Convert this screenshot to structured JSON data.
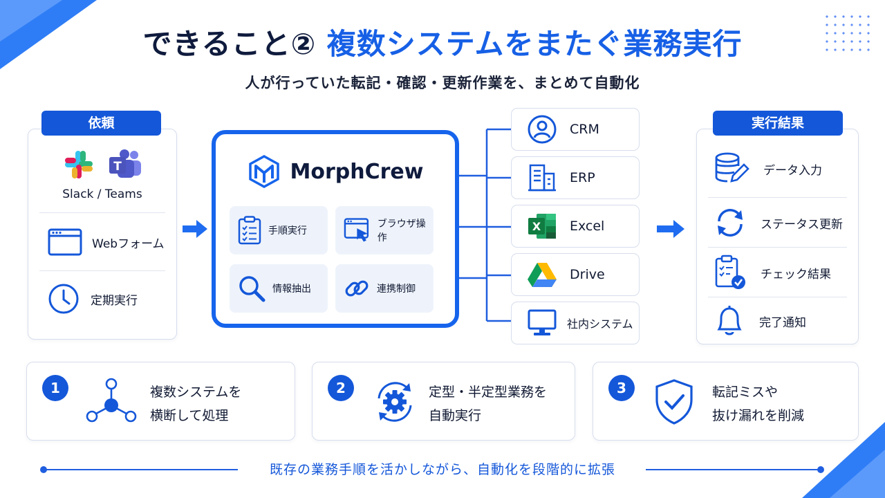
{
  "header": {
    "title_part1": "できること②",
    "title_part2": "複数システムをまたぐ業務実行",
    "subtitle": "人が行っていた転記・確認・更新作業を、まとめて自動化"
  },
  "request": {
    "pill": "依頼",
    "items": [
      {
        "label": "Slack / Teams",
        "icon": "slack-teams-icon"
      },
      {
        "label": "Webフォーム",
        "icon": "browser-window-icon"
      },
      {
        "label": "定期実行",
        "icon": "clock-icon"
      }
    ]
  },
  "core": {
    "brand": "MorphCrew",
    "capabilities": [
      {
        "label": "手順実行",
        "icon": "checklist-icon"
      },
      {
        "label": "ブラウザ操作",
        "icon": "browser-cursor-icon"
      },
      {
        "label": "情報抽出",
        "icon": "magnifier-icon"
      },
      {
        "label": "連携制御",
        "icon": "link-icon"
      }
    ]
  },
  "systems": [
    {
      "label": "CRM",
      "icon": "user-icon"
    },
    {
      "label": "ERP",
      "icon": "building-icon"
    },
    {
      "label": "Excel",
      "icon": "excel-icon"
    },
    {
      "label": "Drive",
      "icon": "drive-icon"
    },
    {
      "label": "社内システム",
      "icon": "monitor-icon"
    }
  ],
  "result": {
    "pill": "実行結果",
    "items": [
      {
        "label": "データ入力",
        "icon": "database-pen-icon"
      },
      {
        "label": "ステータス更新",
        "icon": "refresh-icon"
      },
      {
        "label": "チェック結果",
        "icon": "clipboard-check-icon"
      },
      {
        "label": "完了通知",
        "icon": "bell-icon"
      }
    ]
  },
  "features": [
    {
      "num": "1",
      "line1": "複数システムを",
      "line2": "横断して処理",
      "icon": "network-nodes-icon"
    },
    {
      "num": "2",
      "line1": "定型・半定型業務を",
      "line2": "自動実行",
      "icon": "gear-cycle-icon"
    },
    {
      "num": "3",
      "line1": "転記ミスや",
      "line2": "抜け漏れを削減",
      "icon": "shield-check-icon"
    }
  ],
  "footer": "既存の業務手順を活かしながら、自動化を段階的に拡張",
  "colors": {
    "accent": "#1457d9",
    "core_border": "#1664ec",
    "text": "#0f1b3d"
  }
}
